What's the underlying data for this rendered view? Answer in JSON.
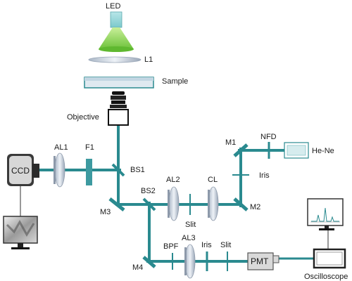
{
  "labels": {
    "led": "LED",
    "l1": "L1",
    "sample": "Sample",
    "objective": "Objective",
    "ccd": "CCD",
    "al1": "AL1",
    "f1": "F1",
    "bs1": "BS1",
    "m1": "M1",
    "nfd": "NFD",
    "hene": "He-Ne",
    "iris1": "Iris",
    "al2": "AL2",
    "cl": "CL",
    "bs2": "BS2",
    "slit1": "Slit",
    "m2": "M2",
    "m3": "M3",
    "m4": "M4",
    "bpf": "BPF",
    "al3": "AL3",
    "iris2": "Iris",
    "slit2": "Slit",
    "pmt": "PMT",
    "oscilloscope": "Oscilloscope"
  },
  "colors": {
    "beam": "#2a8a8f",
    "led_light": "#8fd14f",
    "lens": "#c9d3e0",
    "filter": "#3d9aa0"
  }
}
